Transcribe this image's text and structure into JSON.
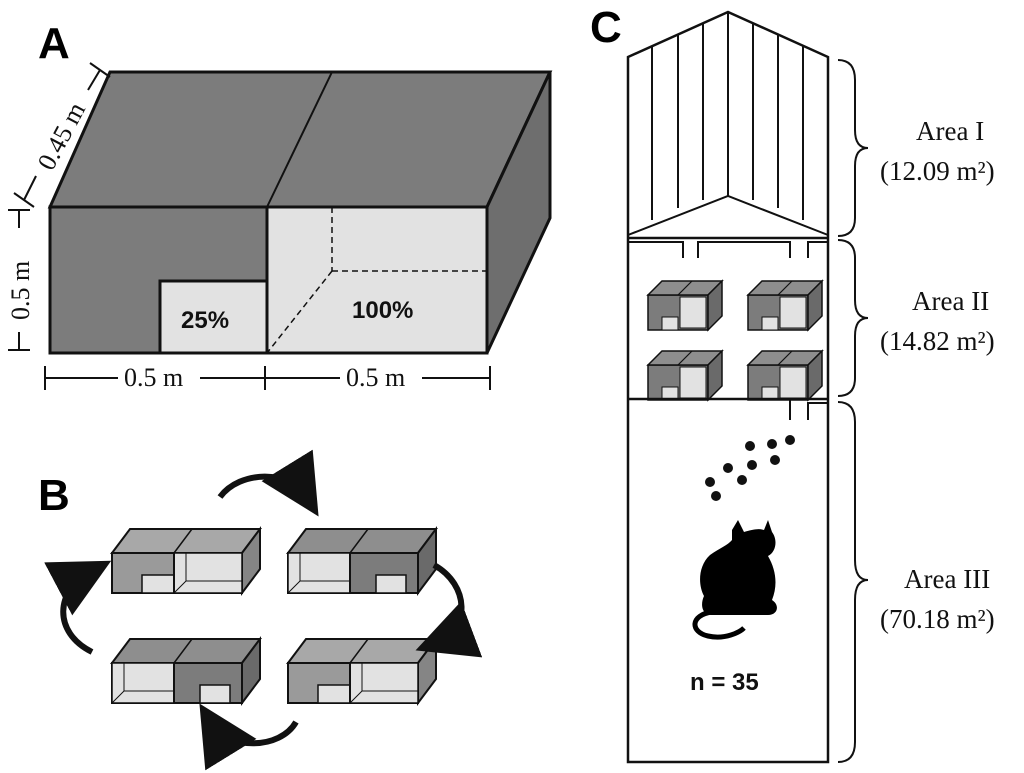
{
  "panels": {
    "a": "A",
    "b": "B",
    "c": "C"
  },
  "panel_a": {
    "depth_label": "0.45 m",
    "height_label": "0.5 m",
    "width_left_label": "0.5 m",
    "width_right_label": "0.5 m",
    "small_opening_label": "25%",
    "large_opening_label": "100%"
  },
  "panel_c": {
    "areas": [
      {
        "name": "Area I",
        "size": "(12.09 m²)"
      },
      {
        "name": "Area II",
        "size": "(14.82 m²)"
      },
      {
        "name": "Area III",
        "size": "(70.18 m²)"
      }
    ],
    "count_label": "n = 35"
  },
  "colors": {
    "dark_face": "#7c7c7c",
    "mid_face": "#9a9a9a",
    "light_face": "#e2e2e2",
    "outline": "#111111"
  }
}
